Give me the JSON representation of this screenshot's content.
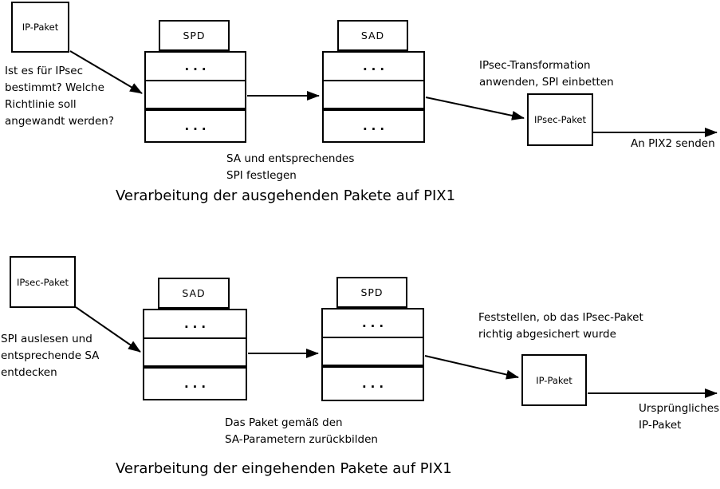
{
  "colors": {
    "ink": "#000000",
    "background": "#ffffff"
  },
  "top": {
    "title": "Verarbeitung der ausgehenden Pakete auf PIX1",
    "input_box_label": "IP-Paket",
    "question_lines": [
      "Ist es für IPsec",
      "bestimmt? Welche",
      "Richtlinie soll",
      "angewandt werden?"
    ],
    "spd": {
      "header": "SPD",
      "rows": [
        "...",
        "",
        "..."
      ]
    },
    "sad": {
      "header": "SAD",
      "rows": [
        "...",
        "",
        "..."
      ]
    },
    "select_note_lines": [
      "SA und entsprechendes",
      "SPI festlegen"
    ],
    "transform_note_lines": [
      "IPsec-Transformation",
      "anwenden, SPI einbetten"
    ],
    "output_box_label": "IPsec-Paket",
    "send_note": "An PIX2 senden"
  },
  "bottom": {
    "title": "Verarbeitung der eingehenden Pakete auf PIX1",
    "input_box_label": "IPsec-Paket",
    "lookup_note_lines": [
      "SPI auslesen und",
      "entsprechende SA",
      "entdecken"
    ],
    "sad": {
      "header": "SAD",
      "rows": [
        "...",
        "",
        "..."
      ]
    },
    "spd": {
      "header": "SPD",
      "rows": [
        "...",
        "",
        "..."
      ]
    },
    "rebuild_note_lines": [
      "Das Paket gemäß den",
      "SA-Parametern zurückbilden"
    ],
    "verify_note_lines": [
      "Feststellen, ob das IPsec-Paket",
      "richtig abgesichert wurde"
    ],
    "output_box_label": "IP-Paket",
    "result_note_lines": [
      "Ursprüngliches",
      "IP-Paket"
    ]
  }
}
